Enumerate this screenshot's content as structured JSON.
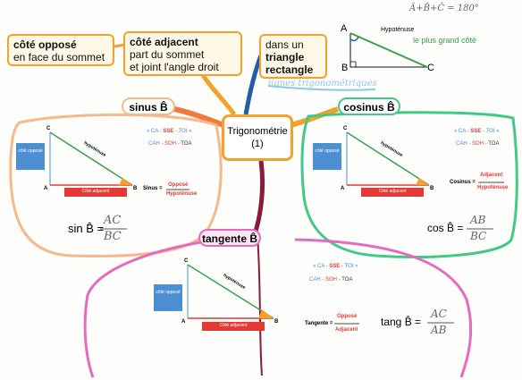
{
  "center": {
    "line1": "Trigonométrie",
    "line2": "(1)"
  },
  "sum_note": "Â+B̂+Ĉ = 180°",
  "boxes": {
    "cote_oppose": {
      "title": "côté opposé",
      "text": "en face du sommet"
    },
    "cote_adjacent": {
      "title": "côté adjacent",
      "line1": "part du sommet",
      "line2": "et joint l'angle droit"
    },
    "triangle_rect": {
      "line1": "dans un",
      "line2": "triangle",
      "line3": "rectangle"
    }
  },
  "top_triangle": {
    "a": "A",
    "b": "B",
    "c": "C",
    "hyp": "Hypoténuse",
    "note": "le plus grand côté"
  },
  "lignes_trigo": "lignes trigonométriques",
  "branches": {
    "sinus": "sinus B̂",
    "cosinus": "cosinus B̂",
    "tangente": "tangente B̂"
  },
  "mnemonic": {
    "l1_a": "« CA - ",
    "l1_b": "SSE",
    "l1_c": " - TOI »",
    "l2_a": "CAH",
    "l2_b": " - SOH - ",
    "l2_c": "TOA"
  },
  "tri_labels": {
    "a": "A",
    "b": "B",
    "c": "C",
    "hyp": "hypoténuse",
    "opp": "côté opposé",
    "adj": "Côté adjacent"
  },
  "sin": {
    "prefix": "Sinus =",
    "num": "Opposé",
    "den": "Hypoténuse",
    "formula": "sin B̂ =",
    "f_num": "AC",
    "f_den": "BC"
  },
  "cos": {
    "prefix": "Cosinus =",
    "num": "Adjacent",
    "den": "Hypoténuse",
    "formula": "cos B̂ =",
    "f_num": "AB",
    "f_den": "BC"
  },
  "tan": {
    "prefix": "Tangente =",
    "num": "Opposé",
    "den": "Adjacent",
    "formula": "tang B̂ =",
    "f_num": "AC",
    "f_den": "AB"
  },
  "colors": {
    "orange": "#f2a22a",
    "sinus": "#f6b98a",
    "cosinus": "#42c985",
    "tangente": "#e56bbf",
    "blue": "#4e8fd1",
    "red": "#e53935",
    "green": "#3aa04a"
  }
}
